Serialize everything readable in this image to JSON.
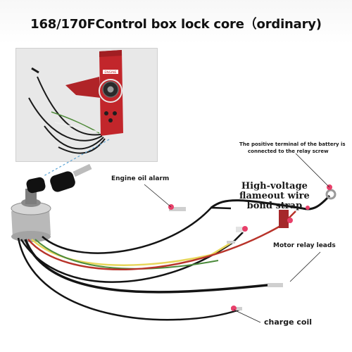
{
  "header": {
    "title": "168/170FControl box lock core（ordinary)"
  },
  "labels": {
    "engine_oil_alarm": "Engine oil alarm",
    "battery_line1": "The positive terminal of the battery is",
    "battery_line2": "connected to the relay screw",
    "hv_line1": "High-voltage",
    "hv_line2": "flameout wire",
    "hv_line3": "bond strap",
    "motor_relay_leads": "Motor relay leads",
    "charge_coil": "charge coil"
  },
  "panel": {
    "badge": "ENGINE"
  },
  "colors": {
    "accent_red": "#d0282c",
    "marker_pink": "#e8406a",
    "wire_black": "#141414",
    "wire_yellow": "#e7d65a",
    "wire_green": "#4b8a3b",
    "wire_red": "#b8332a"
  }
}
